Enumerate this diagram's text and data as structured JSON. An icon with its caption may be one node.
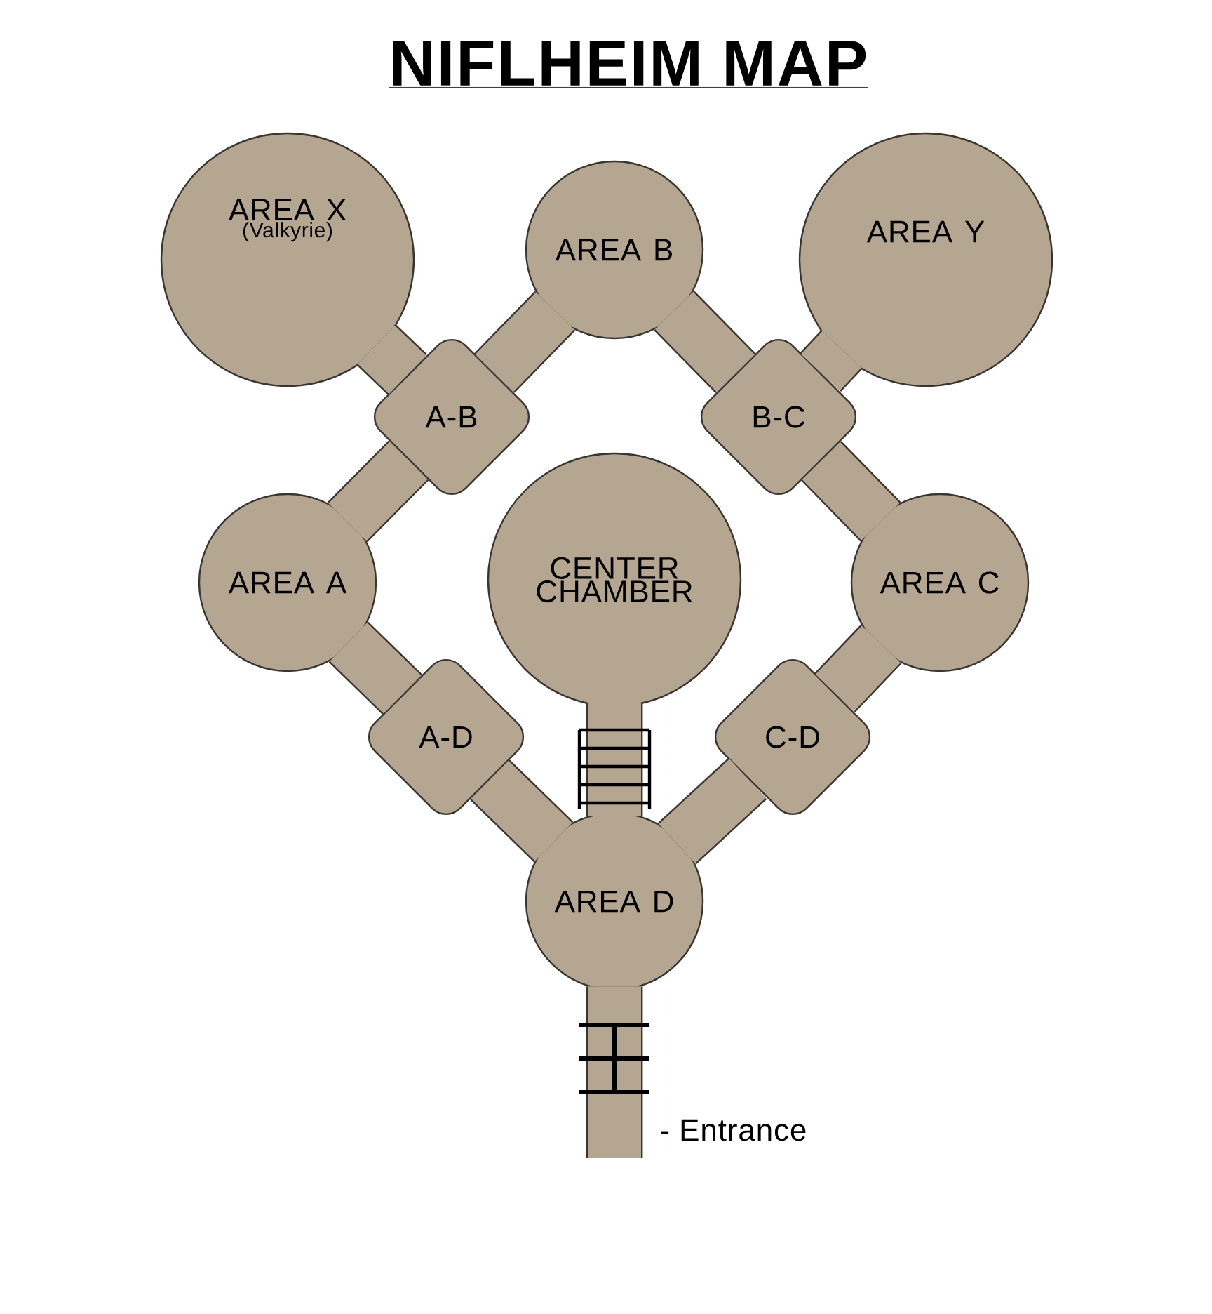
{
  "diagram": {
    "title": "NIFLHEIM MAP",
    "nodes": [
      {
        "text": [
          "AREA X",
          "(Valkyrie)"
        ]
      },
      {
        "text": [
          "AREA B"
        ]
      },
      {
        "text": [
          "AREA Y"
        ]
      },
      {
        "text": [
          "A-B"
        ]
      },
      {
        "text": [
          "B-C"
        ]
      },
      {
        "text": [
          "AREA A"
        ]
      },
      {
        "text": [
          "CENTER CHAMBER"
        ]
      },
      {
        "text": [
          "AREA C"
        ]
      },
      {
        "text": [
          "A-D"
        ]
      },
      {
        "text": [
          "C-D"
        ]
      },
      {
        "text": [
          "AREA D"
        ]
      }
    ],
    "edges": [
      {
        "from": 0,
        "to": 3,
        "arrow": "none"
      },
      {
        "from": 3,
        "to": 1,
        "arrow": "none"
      },
      {
        "from": 1,
        "to": 4,
        "arrow": "none"
      },
      {
        "from": 4,
        "to": 2,
        "arrow": "none"
      },
      {
        "from": 3,
        "to": 5,
        "arrow": "none"
      },
      {
        "from": 4,
        "to": 7,
        "arrow": "none"
      },
      {
        "from": 5,
        "to": 8,
        "arrow": "none"
      },
      {
        "from": 8,
        "to": 10,
        "arrow": "none"
      },
      {
        "from": 7,
        "to": 9,
        "arrow": "none"
      },
      {
        "from": 9,
        "to": 10,
        "arrow": "none"
      },
      {
        "from": 6,
        "to": 10,
        "arrow": "none"
      },
      {
        "from": 10,
        "to": null,
        "arrow": "none"
      }
    ],
    "labels": [
      "- Entrance"
    ]
  }
}
